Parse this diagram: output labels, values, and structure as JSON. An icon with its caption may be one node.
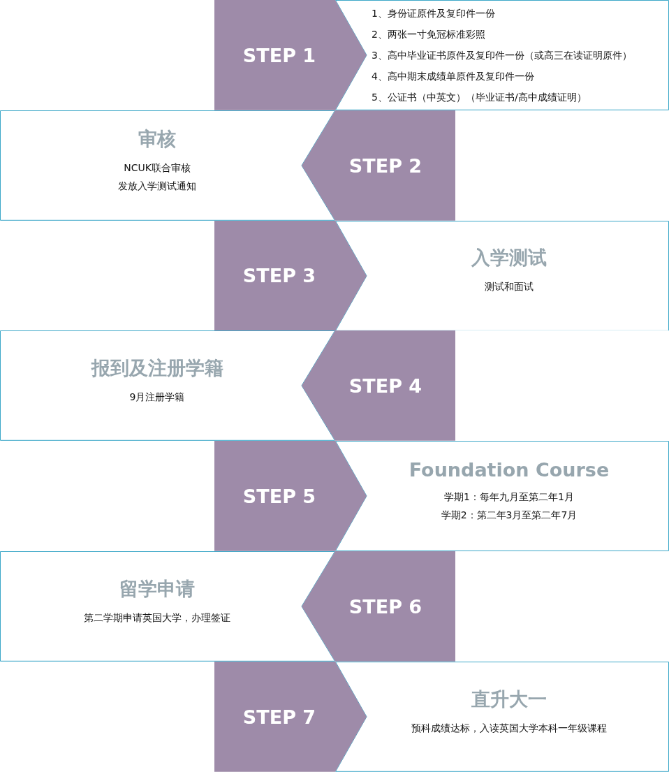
{
  "diagram": {
    "nodes": [
      {
        "text": [
          "STEP 1"
        ]
      },
      {
        "text": [
          "1、身份证原件及复印件一份",
          "2、两张一寸免冠标准彩照",
          "3、高中毕业证书原件及复印件一份（或高三在读证明原件）",
          "4、高中期末成绩单原件及复印件一份",
          "5、公证书（中英文）（毕业证书/高中成绩证明）"
        ]
      },
      {
        "text": [
          "审核",
          "NCUK联合审核",
          "发放入学测试通知"
        ]
      },
      {
        "text": [
          "STEP 2"
        ]
      },
      {
        "text": [
          "STEP 3"
        ]
      },
      {
        "text": [
          "入学测试",
          "测试和面试"
        ]
      },
      {
        "text": [
          "报到及注册学籍",
          "9月注册学籍"
        ]
      },
      {
        "text": [
          "STEP 4"
        ]
      },
      {
        "text": [
          "STEP 5"
        ]
      },
      {
        "text": [
          "Foundation Course",
          "学期1：每年九月至第二年1月",
          "学期2：第二年3月至第二年7月"
        ]
      },
      {
        "text": [
          "留学申请",
          "第二学期申请英国大学，办理签证"
        ]
      },
      {
        "text": [
          "STEP 6"
        ]
      },
      {
        "text": [
          "STEP 7"
        ]
      },
      {
        "text": [
          "直升大一",
          "预科成绩达标，入读英国大学本科一年级课程"
        ]
      }
    ]
  }
}
